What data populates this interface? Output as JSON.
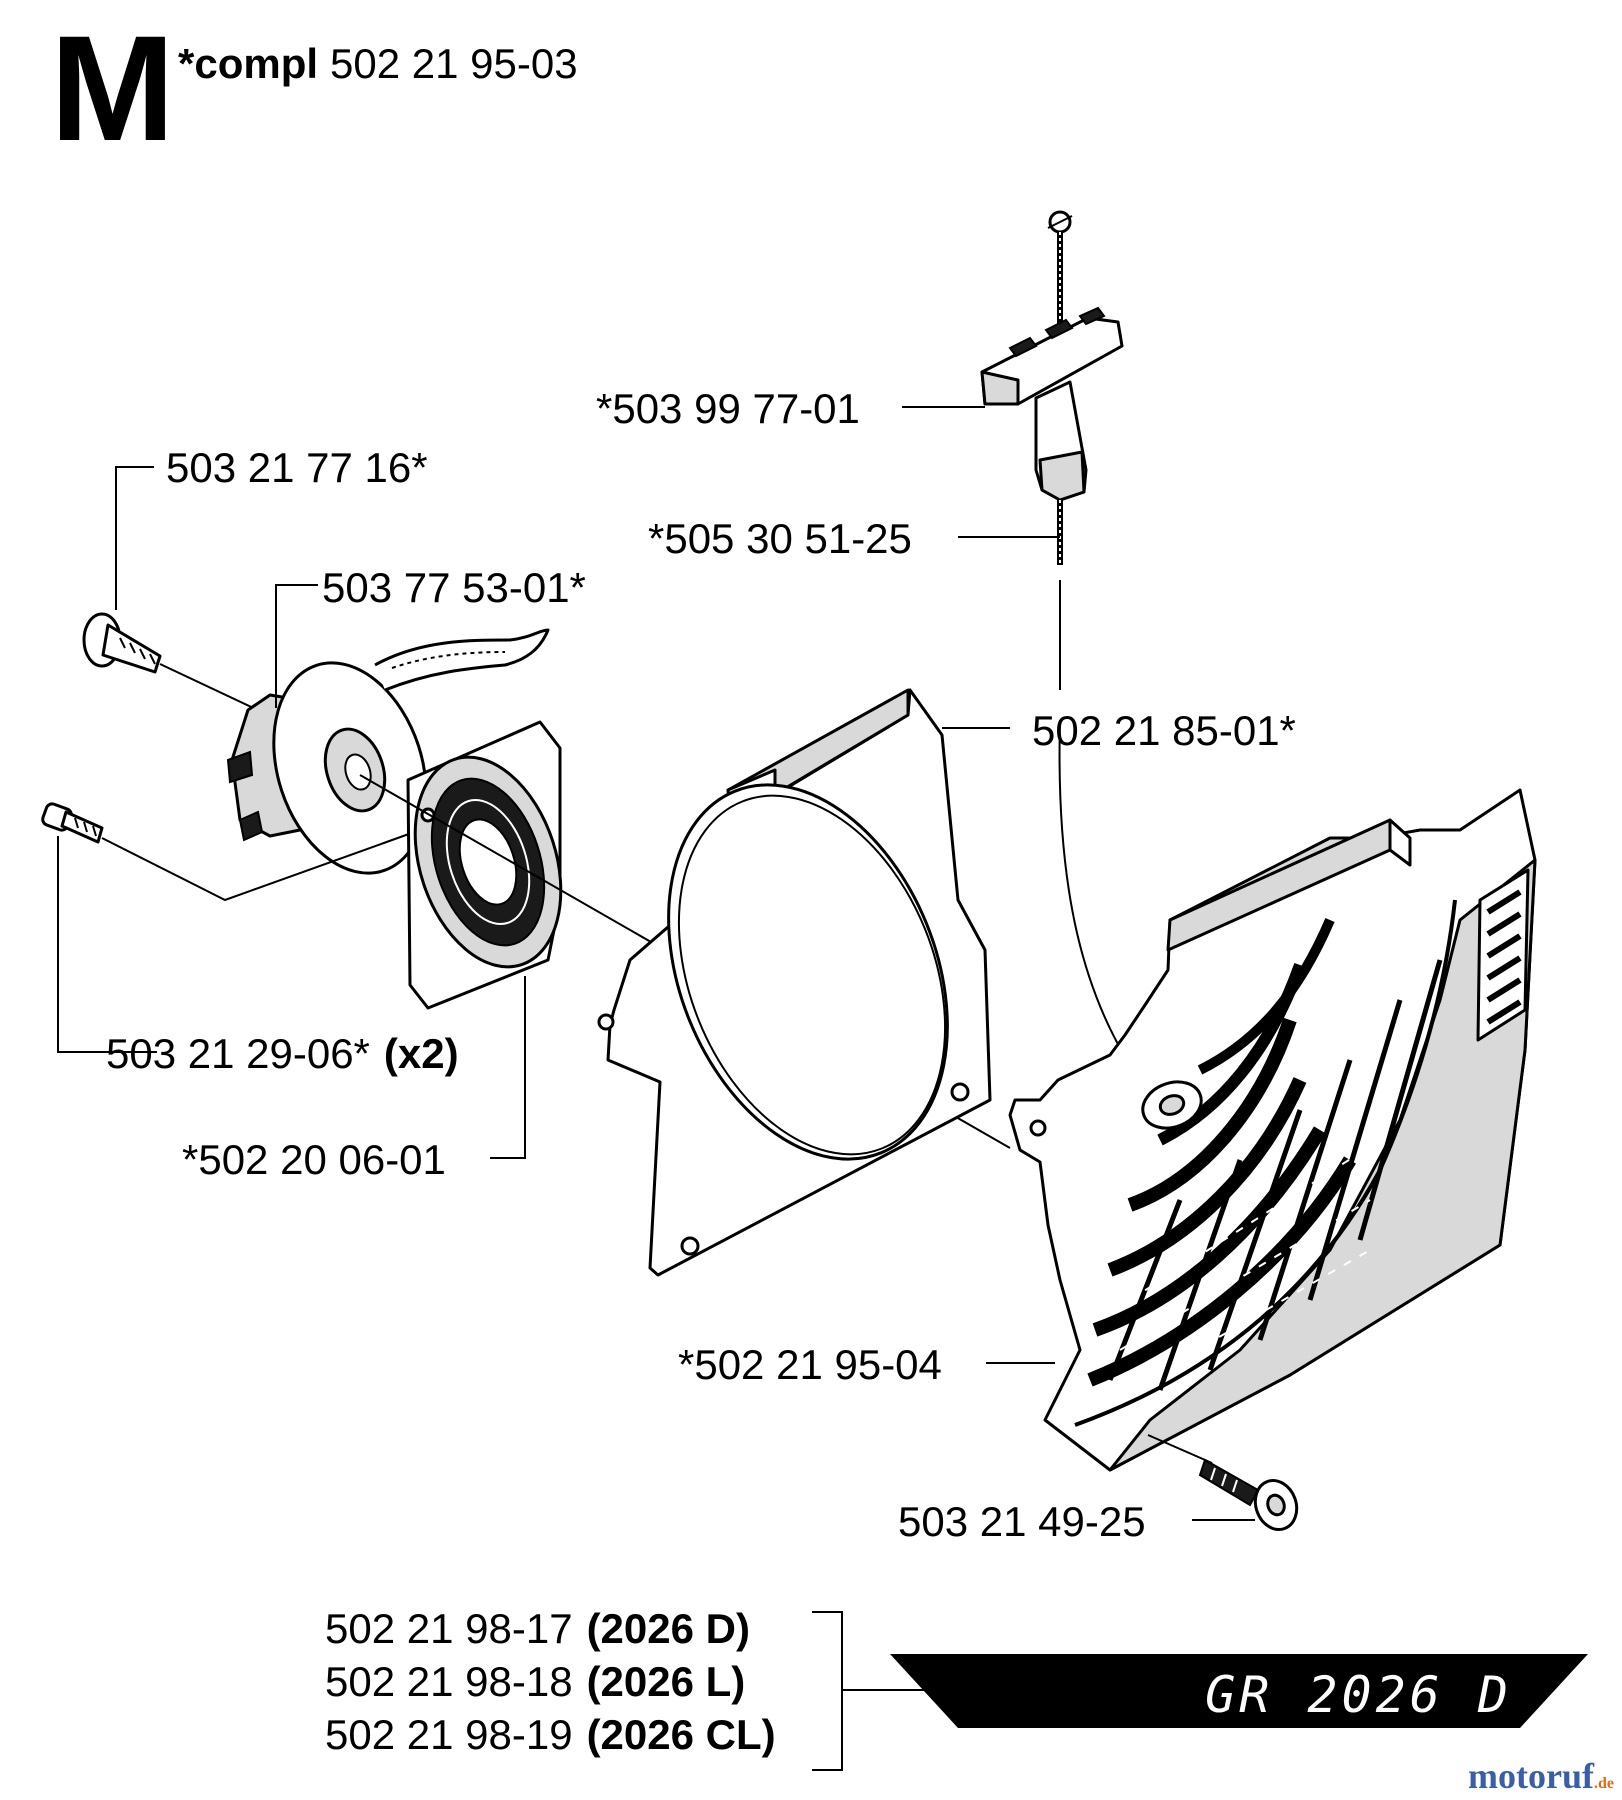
{
  "sheet": {
    "letter": "M",
    "compl_prefix": "*compl",
    "compl_number": "502 21 95-03"
  },
  "callouts": {
    "screw_top_left": "503 21 77 16*",
    "pulley": "503 77 53-01*",
    "handle": "*503 99 77-01",
    "rope": "*505 30 51-25",
    "plate": "502 21 85-01*",
    "screw_left": "503 21 29-06*",
    "screw_left_qty": "(x2)",
    "spring": "*502 20 06-01",
    "cover": "*502 21 95-04",
    "screw_bottom": "503 21 49-25"
  },
  "models": [
    {
      "number": "502 21 98-17",
      "model": "(2026 D)"
    },
    {
      "number": "502 21 98-18",
      "model": "(2026 L)"
    },
    {
      "number": "502 21 98-19",
      "model": "(2026 CL)"
    }
  ],
  "banner": "GR 2026 D",
  "watermark": {
    "name": "motoruf",
    "tld": ".de"
  }
}
